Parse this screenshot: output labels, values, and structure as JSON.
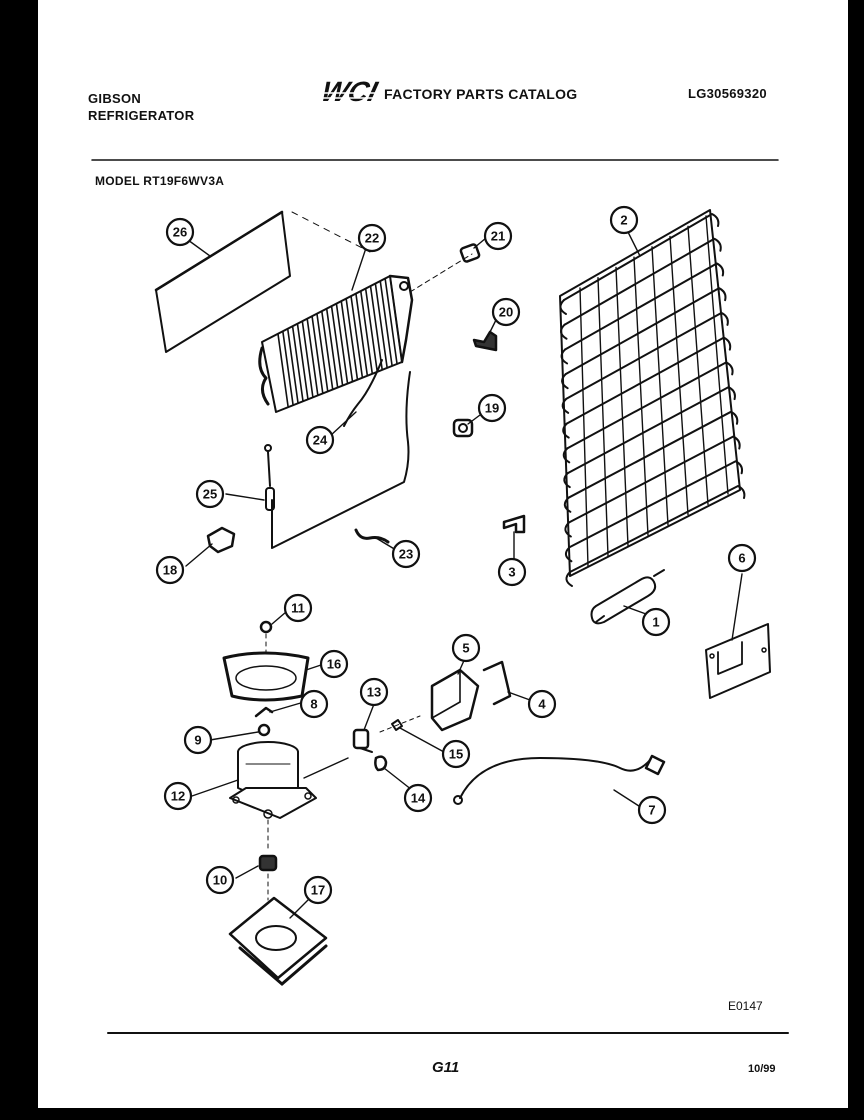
{
  "header": {
    "brand_line1": "GIBSON",
    "brand_line2": "REFRIGERATOR",
    "logo_text": "WCI",
    "catalog_title": "FACTORY PARTS CATALOG",
    "catalog_code": "LG30569320"
  },
  "model_line": "MODEL RT19F6WV3A",
  "diagram_code": "E0147",
  "footer": {
    "page_number": "G11",
    "date_code": "10/99"
  },
  "callouts": [
    "26",
    "22",
    "21",
    "2",
    "20",
    "19",
    "24",
    "25",
    "18",
    "23",
    "3",
    "6",
    "1",
    "11",
    "16",
    "8",
    "5",
    "4",
    "13",
    "9",
    "15",
    "12",
    "14",
    "7",
    "10",
    "17"
  ],
  "colors": {
    "ink": "#111111",
    "paper": "#ffffff",
    "border": "#000000"
  }
}
